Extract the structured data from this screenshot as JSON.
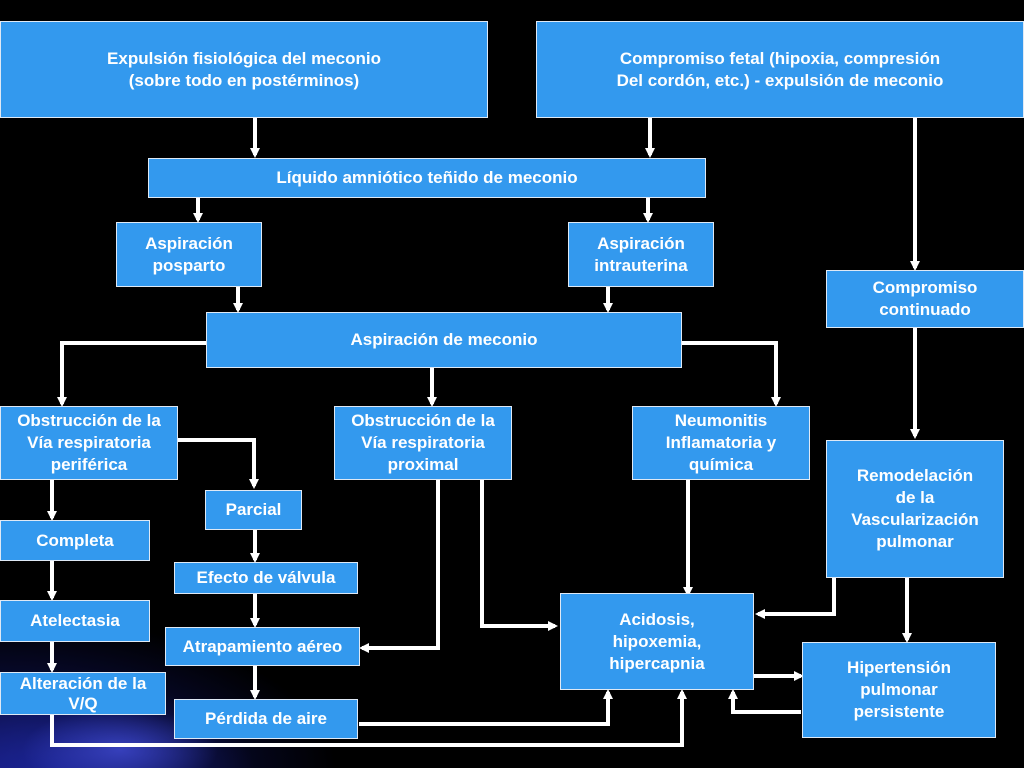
{
  "boxes": {
    "expulsion_fisiologica": "Expulsión fisiológica del meconio\n(sobre todo en postérminos)",
    "compromiso_fetal": "Compromiso fetal (hipoxia, compresión\nDel cordón, etc.) - expulsión de meconio",
    "liquido_amniotico": "Líquido amniótico teñido de meconio",
    "aspiracion_posparto": "Aspiración\nposparto",
    "aspiracion_intrauterina": "Aspiración\nintrauterina",
    "compromiso_continuado": "Compromiso\ncontinuado",
    "aspiracion_meconio": "Aspiración de meconio",
    "obstruccion_periferica": "Obstrucción de la\nVía respiratoria\nperiférica",
    "obstruccion_proximal": "Obstrucción de la\nVía respiratoria\nproximal",
    "neumonitis": "Neumonitis\nInflamatoria y\nquímica",
    "remodelacion": "Remodelación\nde la\nVascularización\npulmonar",
    "parcial": "Parcial",
    "completa": "Completa",
    "efecto_valvula": "Efecto de válvula",
    "atelectasia": "Atelectasia",
    "atrapamiento": "Atrapamiento aéreo",
    "acidosis": "Acidosis,\nhipoxemia,\nhipercapnia",
    "alteracion_vq": "Alteración de la\nV/Q",
    "hipertension": "Hipertensión\npulmonar\npersistente",
    "perdida_aire": "Pérdida de aire"
  }
}
